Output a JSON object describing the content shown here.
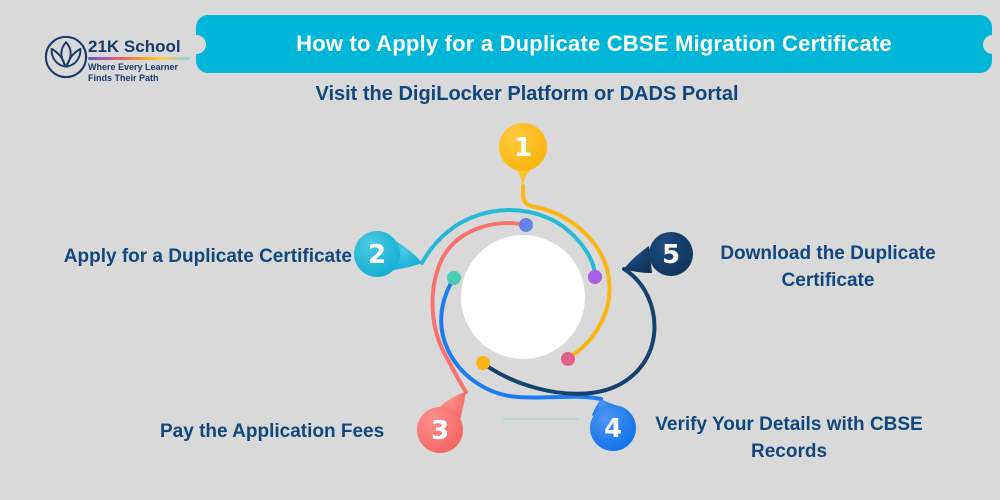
{
  "logo": {
    "name": "21K School",
    "tagline_line1": "Where Every Learner",
    "tagline_line2": "Finds Their Path"
  },
  "banner": {
    "title": "How to Apply for a Duplicate CBSE Migration Certificate",
    "color": "#00b6d8"
  },
  "diagram": {
    "type": "circular-process",
    "steps": [
      {
        "number": "1",
        "label": "Visit the DigiLocker Platform or DADS Portal",
        "color": "#fcb614",
        "position": "top"
      },
      {
        "number": "2",
        "label": "Apply for a Duplicate Certificate",
        "color": "#1cb6d8",
        "position": "left"
      },
      {
        "number": "3",
        "label": "Pay the Application Fees",
        "color": "#f8736f",
        "position": "bottom-left"
      },
      {
        "number": "4",
        "label": "Verify Your Details with CBSE Records",
        "color": "#1d7cf0",
        "position": "bottom-right"
      },
      {
        "number": "5",
        "label": "Download the Duplicate Certificate",
        "color": "#123a63",
        "position": "right"
      }
    ]
  },
  "colors": {
    "background": "#d9d9d9",
    "text_navy": "#11477e",
    "dot_blue": "#6484e8",
    "dot_purple": "#aa5fe3",
    "dot_teal": "#4bcdb2",
    "dot_yellow": "#fcb614",
    "dot_pink": "#e2628b"
  }
}
